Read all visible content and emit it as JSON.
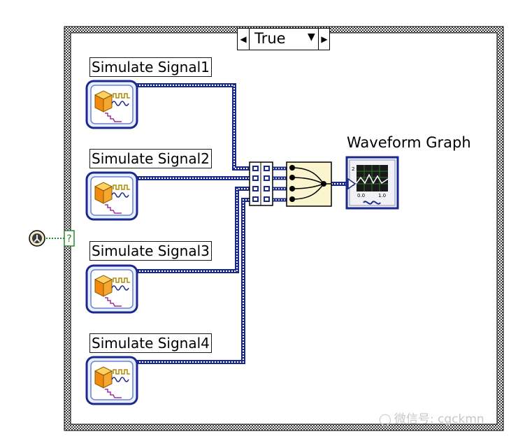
{
  "case_selector": {
    "value": "True",
    "dropdown_glyph": "▼",
    "decrement_glyph": "◀",
    "increment_glyph": "▶"
  },
  "selector_terminal": {
    "label": "?"
  },
  "nodes": {
    "simulate_signals": [
      {
        "label": "Simulate Signal1"
      },
      {
        "label": "Simulate Signal2"
      },
      {
        "label": "Simulate Signal3"
      },
      {
        "label": "Simulate Signal4"
      }
    ],
    "waveform_graph": {
      "label": "Waveform Graph"
    }
  },
  "watermark": {
    "text": "微信号: cgckmn"
  },
  "colors": {
    "wire_dynamic": "#1a2a8c",
    "structure_border": "#3a3a3a",
    "merge_fill": "#fbf5cf"
  },
  "icons": [
    "case-structure",
    "simulate-signal-express-vi",
    "merge-signals-function",
    "build-array",
    "waveform-graph-terminal",
    "loop-condition-icon"
  ]
}
